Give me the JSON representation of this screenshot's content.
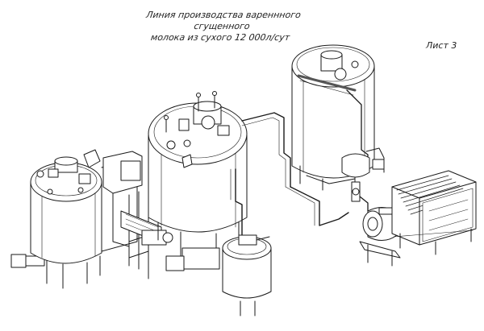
{
  "drawing": {
    "title_line1": "Линия производства вареннного сгущенного",
    "title_line2": "молока из сухого 12 000л/сут",
    "sheet": "Лист 3"
  },
  "colors": {
    "line": "#1a1a1a",
    "fill": "#ffffff",
    "hatch": "#555555"
  },
  "components": [
    "mixing-tank",
    "pump-left",
    "frame-stand",
    "horizontal-heater",
    "vacuum-boiling-kettle",
    "small-receiver-tank",
    "storage-tank",
    "centrifugal-pump",
    "plate-cooler"
  ]
}
